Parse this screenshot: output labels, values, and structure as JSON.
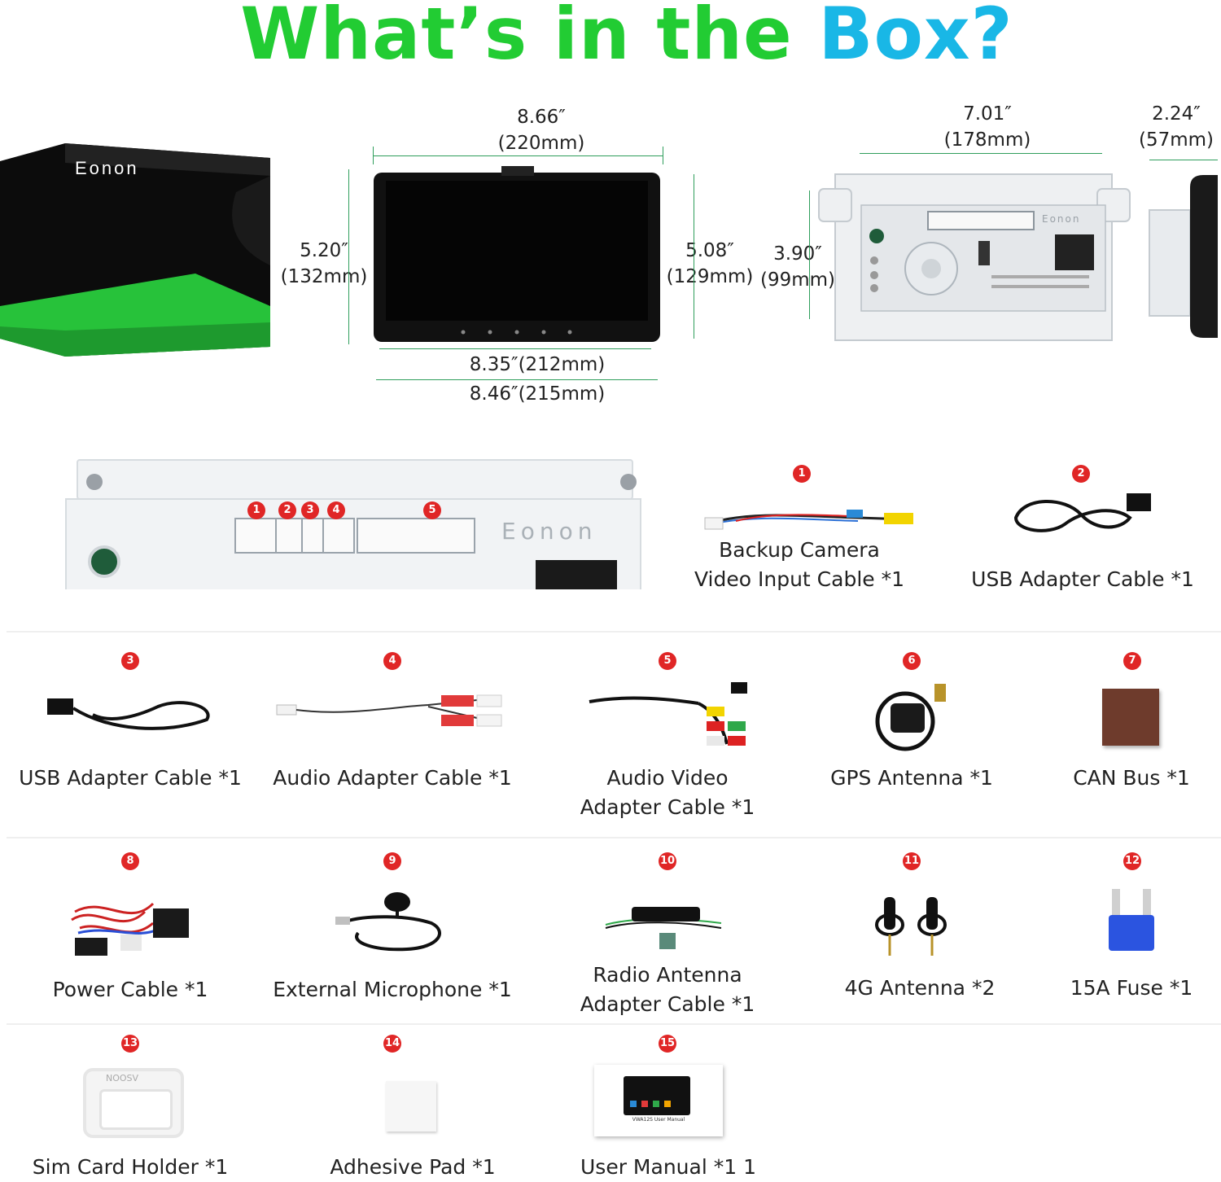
{
  "title": {
    "part1": "What’s in the ",
    "part2": "Box?",
    "color1": "#22cc33",
    "color2": "#19b7e6"
  },
  "box": {
    "brand": "Eonon"
  },
  "front": {
    "width_top": "8.66″",
    "width_top_mm": "(220mm)",
    "height_left": "5.20″",
    "height_left_mm": "(132mm)",
    "height_right": "5.08″",
    "height_right_mm": "(129mm)",
    "width_bottom1": "8.35″(212mm)",
    "width_bottom2": "8.46″(215mm)"
  },
  "back": {
    "width": "7.01″",
    "width_mm": "(178mm)",
    "height": "3.90″",
    "height_mm": "(99mm)",
    "brand": "Eonon"
  },
  "side": {
    "depth": "2.24″",
    "depth_mm": "(57mm)"
  },
  "ports": {
    "brand": "Eonon",
    "markers": [
      "1",
      "2",
      "3",
      "4",
      "5"
    ]
  },
  "items": [
    {
      "num": "1",
      "line1": "Backup Camera",
      "line2": "Video Input Cable *1",
      "icon": "backup-camera-cable-icon"
    },
    {
      "num": "2",
      "line1": "USB Adapter Cable *1",
      "icon": "usb-cable-icon"
    },
    {
      "num": "3",
      "line1": "USB Adapter Cable *1",
      "icon": "usb-cable-icon"
    },
    {
      "num": "4",
      "line1": "Audio Adapter Cable *1",
      "icon": "audio-cable-icon"
    },
    {
      "num": "5",
      "line1": "Audio Video",
      "line2": "Adapter Cable *1",
      "icon": "av-cable-icon"
    },
    {
      "num": "6",
      "line1": "GPS Antenna *1",
      "icon": "gps-antenna-icon"
    },
    {
      "num": "7",
      "line1": "CAN Bus *1",
      "icon": "canbus-icon"
    },
    {
      "num": "8",
      "line1": "Power Cable *1",
      "icon": "power-cable-icon"
    },
    {
      "num": "9",
      "line1": "External Microphone *1",
      "icon": "microphone-icon"
    },
    {
      "num": "10",
      "line1": "Radio Antenna",
      "line2": "Adapter Cable *1",
      "icon": "radio-antenna-icon"
    },
    {
      "num": "11",
      "line1": "4G Antenna *2",
      "icon": "4g-antenna-icon"
    },
    {
      "num": "12",
      "line1": "15A Fuse *1",
      "icon": "fuse-icon"
    },
    {
      "num": "13",
      "line1": "Sim Card Holder *1",
      "icon": "sim-holder-icon",
      "brand": "NOOSV"
    },
    {
      "num": "14",
      "line1": "Adhesive Pad *1",
      "icon": "adhesive-pad-icon"
    },
    {
      "num": "15",
      "line1": "User Manual *1 1",
      "icon": "user-manual-icon",
      "caption": "VWA12S User Manual"
    }
  ]
}
